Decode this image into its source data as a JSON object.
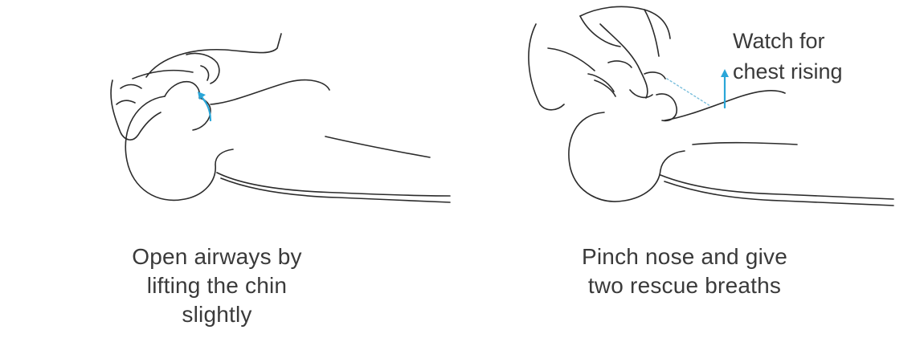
{
  "panels": [
    {
      "caption_lines": [
        "Open airways by",
        "lifting the chin",
        "slightly"
      ]
    },
    {
      "caption_lines": [
        "Pinch nose and give",
        "two rescue breaths"
      ],
      "annotation_lines": [
        "Watch for",
        "chest rising"
      ]
    }
  ],
  "colors": {
    "accent": "#2aa6d8",
    "line": "#2b2b2b",
    "text": "#3a3a3a"
  }
}
